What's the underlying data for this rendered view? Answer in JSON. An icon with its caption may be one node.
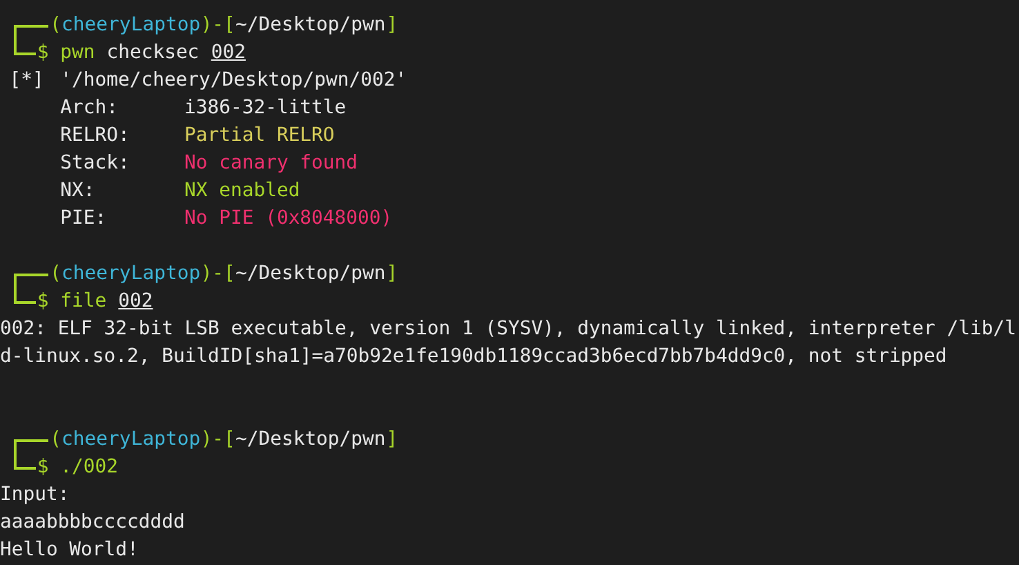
{
  "diagram": {
    "labels": [
      "(",
      "cheery",
      "Laptop",
      ")-[",
      "~/Desktop/pwn",
      "]",
      "$",
      "pwn",
      "checksec",
      "002",
      "[*]",
      "'/home/cheery/Desktop/pwn/002'",
      "Arch:",
      "i386-32-little",
      "RELRO:",
      "Partial RELRO",
      "Stack:",
      "No canary found",
      "NX:",
      "NX enabled",
      "PIE:",
      "No PIE (0x8048000)",
      "(",
      "cheery",
      "Laptop",
      ")-[",
      "~/Desktop/pwn",
      "]",
      "$",
      "file",
      "002",
      "002: ELF 32-bit LSB executable, version 1 (SYSV), dynamically linked, interpreter /lib/ld-linux.so.2, BuildID[sha1]=a70b92e1fe190db1189ccad3b6ecd7bb7b4dd9c0, not stripped",
      "(",
      "cheery",
      "Laptop",
      ")-[",
      "~/Desktop/pwn",
      "]",
      "$",
      "./002",
      "Input:",
      "aaaabbbbccccdddd",
      "Hello World!"
    ]
  }
}
